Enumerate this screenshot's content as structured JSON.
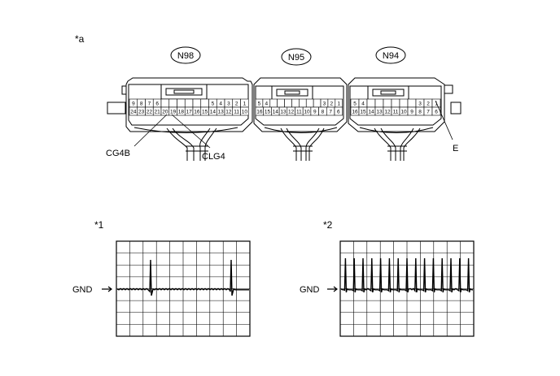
{
  "diagram": {
    "panel_a_mark": "*a",
    "connectors": [
      {
        "id": "N98",
        "row1": [
          "9",
          "8",
          "7",
          "6",
          "",
          "",
          "",
          "",
          "",
          "",
          "5",
          "4",
          "3",
          "2",
          "1"
        ],
        "row2": [
          "24",
          "23",
          "22",
          "21",
          "20",
          "19",
          "18",
          "17",
          "16",
          "15",
          "14",
          "13",
          "12",
          "11",
          "10"
        ]
      },
      {
        "id": "N95",
        "row1": [
          "5",
          "4",
          "",
          "",
          "",
          "",
          "",
          "",
          "",
          "3",
          "2",
          "1"
        ],
        "row2": [
          "16",
          "15",
          "14",
          "13",
          "12",
          "11",
          "10",
          "9",
          "8",
          "7",
          "6"
        ]
      },
      {
        "id": "N94",
        "row1": [
          "5",
          "4",
          "",
          "",
          "",
          "",
          "",
          "",
          "3",
          "2",
          "1"
        ],
        "row2": [
          "16",
          "15",
          "14",
          "13",
          "12",
          "11",
          "10",
          "9",
          "8",
          "7",
          "6"
        ]
      }
    ],
    "terminals": {
      "cg4b": "CG4B",
      "clg4": "CLG4",
      "e": "E"
    },
    "waveforms": [
      {
        "mark": "*1",
        "gnd_label": "GND",
        "pulse_count": 2
      },
      {
        "mark": "*2",
        "gnd_label": "GND",
        "pulse_count": 15
      }
    ]
  }
}
